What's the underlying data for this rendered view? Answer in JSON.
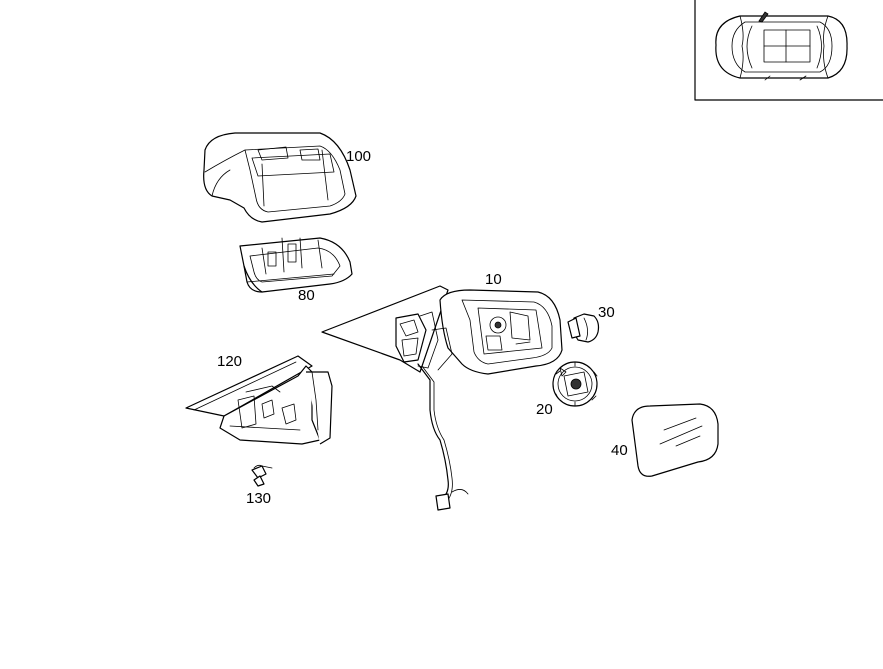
{
  "diagram": {
    "callouts": [
      {
        "id": "part-100",
        "label": "100"
      },
      {
        "id": "part-80",
        "label": "80"
      },
      {
        "id": "part-10",
        "label": "10"
      },
      {
        "id": "part-30",
        "label": "30"
      },
      {
        "id": "part-120",
        "label": "120"
      },
      {
        "id": "part-20",
        "label": "20"
      },
      {
        "id": "part-40",
        "label": "40"
      },
      {
        "id": "part-130",
        "label": "130"
      }
    ],
    "locator": {
      "icon": "car-top-view-icon"
    }
  }
}
